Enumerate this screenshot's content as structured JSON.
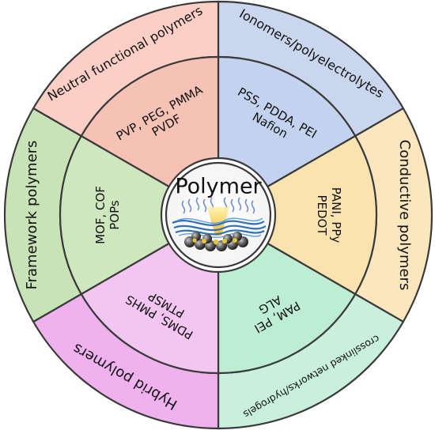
{
  "center": {
    "title": "Polymer",
    "center_fill": "#ffffff"
  },
  "categories": [
    {
      "outer_label": "Ionomers/polyelectrolytes",
      "inner_label": "PSS, PDDA, PEI|Nafion",
      "outer_color": "#c9d6ee",
      "inner_color": "#c3d2ee"
    },
    {
      "outer_label": "Conductive polymers",
      "inner_label": "PANI, PPy|PEDOT",
      "outer_color": "#fbe6bd",
      "inner_color": "#fbe3b0"
    },
    {
      "outer_label": "crosslinked networks/hydrogels",
      "inner_label": "PAM, PEI|ALG",
      "outer_color": "#c9f0dc",
      "inner_color": "#bdeed3"
    },
    {
      "outer_label": "Hybrid polymers",
      "inner_label": "PDMS, PMHS|PTMSP",
      "outer_color": "#efb2ef",
      "inner_color": "#f3c5f1"
    },
    {
      "outer_label": "Framework polymers",
      "inner_label": "MOF, COF|POPs",
      "outer_color": "#c8e3b6",
      "inner_color": "#cfe7bf"
    },
    {
      "outer_label": "Neutral functional polymers",
      "inner_label": "PVP, PEG, PMMA|PVDF",
      "outer_color": "#fbcfc6",
      "inner_color": "#f7c2b6"
    }
  ]
}
